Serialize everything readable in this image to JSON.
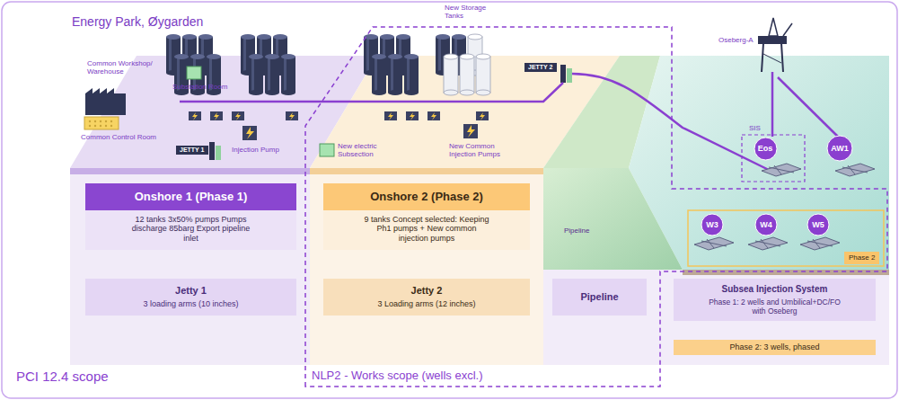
{
  "diagram": {
    "title": "Energy Park, Øygarden",
    "nodes": [
      {
        "text": [
          "JETTY 1"
        ]
      },
      {
        "text": [
          "JETTY 2"
        ]
      },
      {
        "text": [
          "Eos"
        ]
      },
      {
        "text": [
          "AW1"
        ]
      },
      {
        "text": [
          "W3"
        ]
      },
      {
        "text": [
          "W4"
        ]
      },
      {
        "text": [
          "W5"
        ]
      },
      {
        "text": [
          "Phase 2"
        ]
      },
      {
        "text": [
          "Onshore 1 (Phase 1)",
          "12 tanks 3x50% pumps Pumps discharge 85barg Export pipeline inlet"
        ]
      },
      {
        "text": [
          "Onshore 2 (Phase 2)",
          "9 tanks Concept selected: Keeping Ph1 pumps + New common injection pumps"
        ]
      },
      {
        "text": [
          "Jetty 1",
          "3 loading arms (10 inches)"
        ]
      },
      {
        "text": [
          "Jetty 2",
          "3 Loading arms (12 inches)"
        ]
      },
      {
        "text": [
          "Pipeline"
        ]
      },
      {
        "text": [
          "Subsea Injection System",
          "Phase 1: 2 wells and Umbilical+DC/FO with Oseberg"
        ]
      },
      {
        "text": [
          "Phase 2: 3 wells, phased"
        ]
      }
    ],
    "labels": [
      "Common Workshop/ Warehouse",
      "Substation Room",
      "Common Control Room",
      "Injection Pump",
      "New Storage Tanks",
      "New electric Subsection",
      "New Common Injection Pumps",
      "Oseberg-A",
      "SIS",
      "Pipeline",
      "PCI 12.4 scope",
      "NLP2 - Works scope (wells excl.)"
    ]
  }
}
